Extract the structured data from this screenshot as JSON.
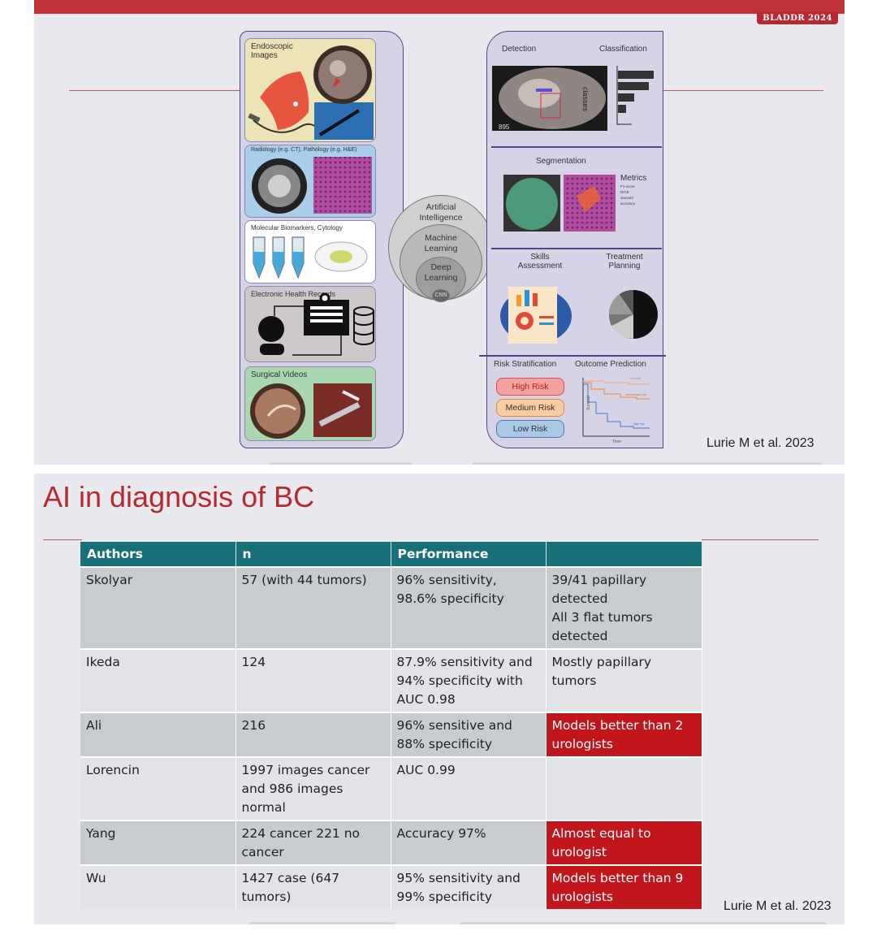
{
  "slide1": {
    "badge": "BLADDR 2024",
    "credit": "Lurie M et al. 2023",
    "figure": {
      "inputs": [
        {
          "label": "Endoscopic Images"
        },
        {
          "label": "Radiology (e.g. CT), Pathology (e.g. H&E)"
        },
        {
          "label": "Molecular Biomarkers, Cytology"
        },
        {
          "label": "Electronic Health Records"
        },
        {
          "label": "Surgical Videos"
        }
      ],
      "ai_levels": [
        "Artificial Intelligence",
        "Machine Learning",
        "Deep Learning",
        "CNN"
      ],
      "detection": "Detection",
      "classification": "Classification",
      "classes_axis": "classes",
      "frame_number": "895",
      "segmentation": "Segmentation",
      "metrics": "Metrics",
      "metric_items": [
        "F1-score",
        "DICE",
        "Jaccard",
        "accuracy"
      ],
      "skills": "Skills Assessment",
      "treatment": "Treatment Planning",
      "risk_strat": "Risk Stratification",
      "outcome": "Outcome Prediction",
      "risk_levels": [
        "High Risk",
        "Medium Risk",
        "Low Risk"
      ],
      "survival_axis": "Survival",
      "time_axis": "Time",
      "curve_labels": [
        "Low risk",
        "Intermediate risk",
        "High risk"
      ],
      "colors": {
        "high": "#f2a29e",
        "medium": "#f7cca0",
        "low": "#a8c8e6",
        "frame": "#4c4a86",
        "panel": "#d7d3e7"
      }
    }
  },
  "slide2": {
    "title": "AI in diagnosis of BC",
    "credit": "Lurie M et al. 2023",
    "table": {
      "headers": [
        "Authors",
        "n",
        "Performance",
        ""
      ],
      "rows": [
        {
          "author": "Skolyar",
          "n": "57 (with 44 tumors)",
          "performance": "96% sensitivity, 98.6% specificity",
          "note": "39/41 papillary detected\nAll 3 flat tumors detected",
          "highlight": false
        },
        {
          "author": "Ikeda",
          "n": "124",
          "performance": "87.9% sensitivity and 94% specificity with AUC 0.98",
          "note": "Mostly papillary tumors",
          "highlight": false
        },
        {
          "author": "Ali",
          "n": "216",
          "performance": "96% sensitive and 88% specificity",
          "note": "Models better than 2 urologists",
          "highlight": true
        },
        {
          "author": "Lorencin",
          "n": "1997 images cancer and 986 images normal",
          "performance": "AUC 0.99",
          "note": "",
          "highlight": false
        },
        {
          "author": "Yang",
          "n": "224 cancer 221 no cancer",
          "performance": "Accuracy 97%",
          "note": "Almost equal to urologist",
          "highlight": true
        },
        {
          "author": "Wu",
          "n": "1427 case (647 tumors)",
          "performance": "95% sensitivity and 99% specificity",
          "note": "Models better than 9 urologists",
          "highlight": true
        }
      ],
      "highlight_color": "#c0161c",
      "header_color": "#176f78"
    }
  }
}
